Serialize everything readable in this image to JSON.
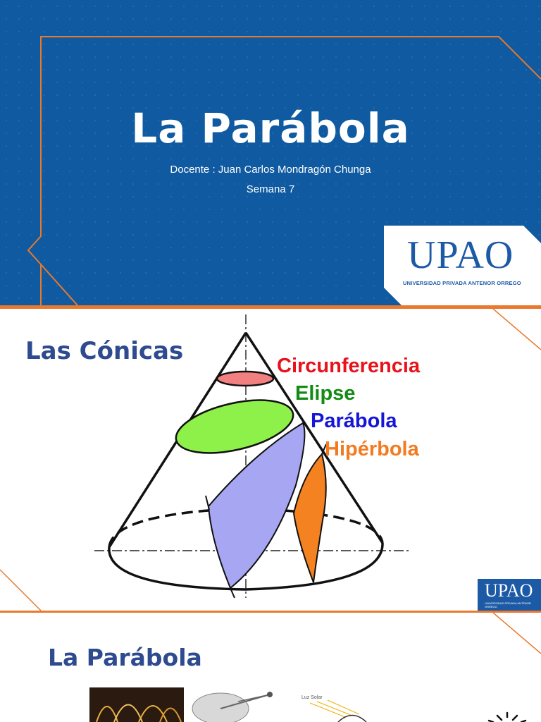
{
  "slide1": {
    "title": "La Parábola",
    "teacher": "Docente : Juan Carlos Mondragón Chunga",
    "week": "Semana 7",
    "logo": {
      "text": "UPAO",
      "subtitle": "UNIVERSIDAD PRIVADA ANTENOR ORREGO"
    }
  },
  "slide2": {
    "title": "Las Cónicas",
    "labels": {
      "circunferencia": "Circunferencia",
      "elipse": "Elipse",
      "parabola": "Parábola",
      "hiperbola": "Hipérbola"
    },
    "colors": {
      "circunferencia": "#e8121b",
      "elipse": "#138b13",
      "parabola": "#1515d8",
      "hiperbola": "#f47a20"
    },
    "logo": {
      "text": "UPAO",
      "subtitle": "UNIVERSIDAD PRIVADA ANTENOR ORREGO"
    }
  },
  "slide3": {
    "title": "La Parábola",
    "photo_label": "Luz Solar"
  },
  "theme": {
    "primary": "#0f5aa0",
    "accent": "#e8792e",
    "heading": "#2e4b8f"
  }
}
